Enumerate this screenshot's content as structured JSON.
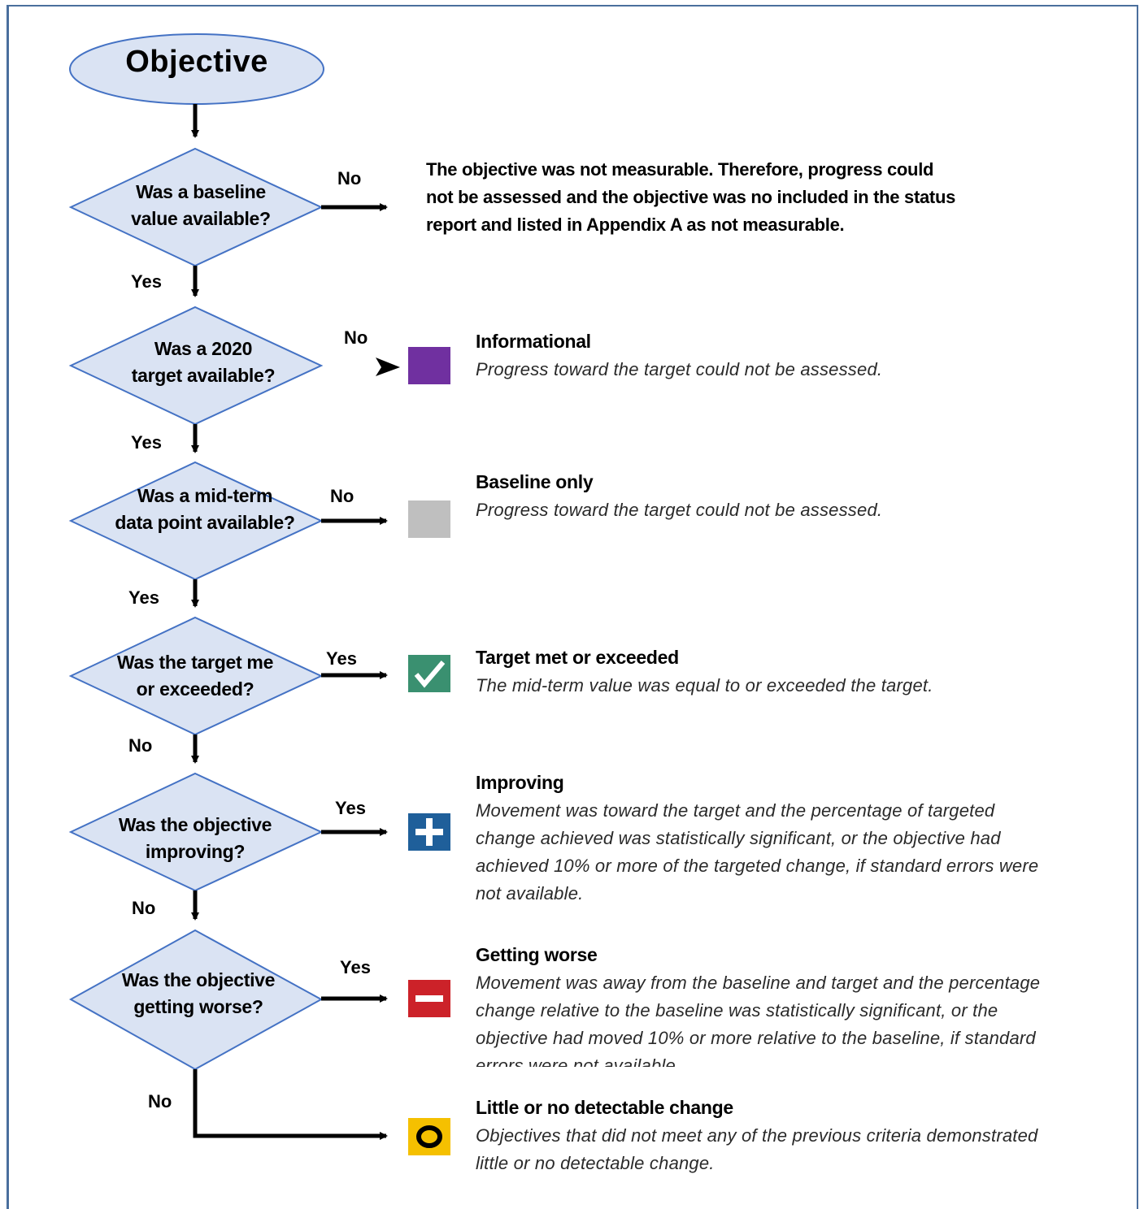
{
  "start": {
    "label": "Objective"
  },
  "decisions": [
    {
      "line1": "Was a baseline",
      "line2": "value available?",
      "yes": "Yes",
      "no": "No"
    },
    {
      "line1": "Was a 2020",
      "line2": "target available?",
      "yes": "Yes",
      "no": "No"
    },
    {
      "line1": "Was a mid-term",
      "line2": "data point available?",
      "yes": "Yes",
      "no": "No"
    },
    {
      "line1": "Was the target me",
      "line2": "or exceeded?",
      "yes": "Yes",
      "no": "No"
    },
    {
      "line1": "Was the objective",
      "line2": "improving?",
      "yes": "Yes",
      "no": "No"
    },
    {
      "line1": "Was the objective",
      "line2": "getting worse?",
      "yes": "Yes",
      "no": "No"
    }
  ],
  "not_measurable": {
    "line1": "The objective was not measurable. Therefore, progress could",
    "line2": "not be assessed and the objective was no included in the status",
    "line3": "report and listed in Appendix A as not measurable."
  },
  "outcomes": [
    {
      "title": "Informational",
      "desc": [
        "Progress toward the target could not be assessed."
      ],
      "icon": "purple-square-icon",
      "color": "#7030a0"
    },
    {
      "title": "Baseline only",
      "desc": [
        "Progress toward the target could not be assessed."
      ],
      "icon": "gray-square-icon",
      "color": "#bfbfbf"
    },
    {
      "title": "Target met or exceeded",
      "desc": [
        "The mid-term value was equal to or exceeded the target."
      ],
      "icon": "checkmark-icon",
      "color": "#3a9070"
    },
    {
      "title": "Improving",
      "desc": [
        "Movement was toward the target and the percentage of targeted",
        "change achieved was statistically significant, or the objective had",
        "achieved 10% or more of the targeted change, if standard errors were",
        "not available."
      ],
      "icon": "plus-icon",
      "color": "#1f5f9a"
    },
    {
      "title": "Getting worse",
      "desc": [
        "Movement was away from the baseline and target and the percentage",
        "change relative to the baseline was statistically significant, or the",
        "objective had moved 10% or more relative to the baseline, if standard",
        "errors were not available"
      ],
      "icon": "minus-icon",
      "color": "#cc2229"
    },
    {
      "title": "Little or no detectable change",
      "desc": [
        "Objectives that did not meet any of the previous criteria demonstrated",
        "little or no detectable change."
      ],
      "icon": "circle-icon",
      "color": "#f5c000"
    }
  ],
  "colors": {
    "shape_fill": "#dae3f3",
    "shape_stroke": "#4472c4",
    "frame": "#4a6f9d"
  }
}
